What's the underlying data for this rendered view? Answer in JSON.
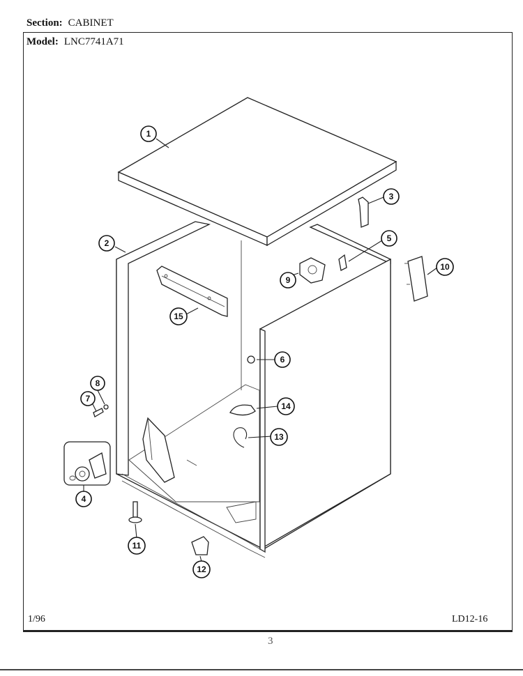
{
  "header": {
    "section_label": "Section:",
    "section_value": "CABINET",
    "model_label": "Model:",
    "model_value": "LNC7741A71"
  },
  "footer": {
    "date": "1/96",
    "page_code": "LD12-16",
    "handwritten_mark": "3"
  },
  "callouts": [
    "1",
    "2",
    "3",
    "4",
    "5",
    "6",
    "7",
    "8",
    "9",
    "10",
    "11",
    "12",
    "13",
    "14",
    "15"
  ]
}
